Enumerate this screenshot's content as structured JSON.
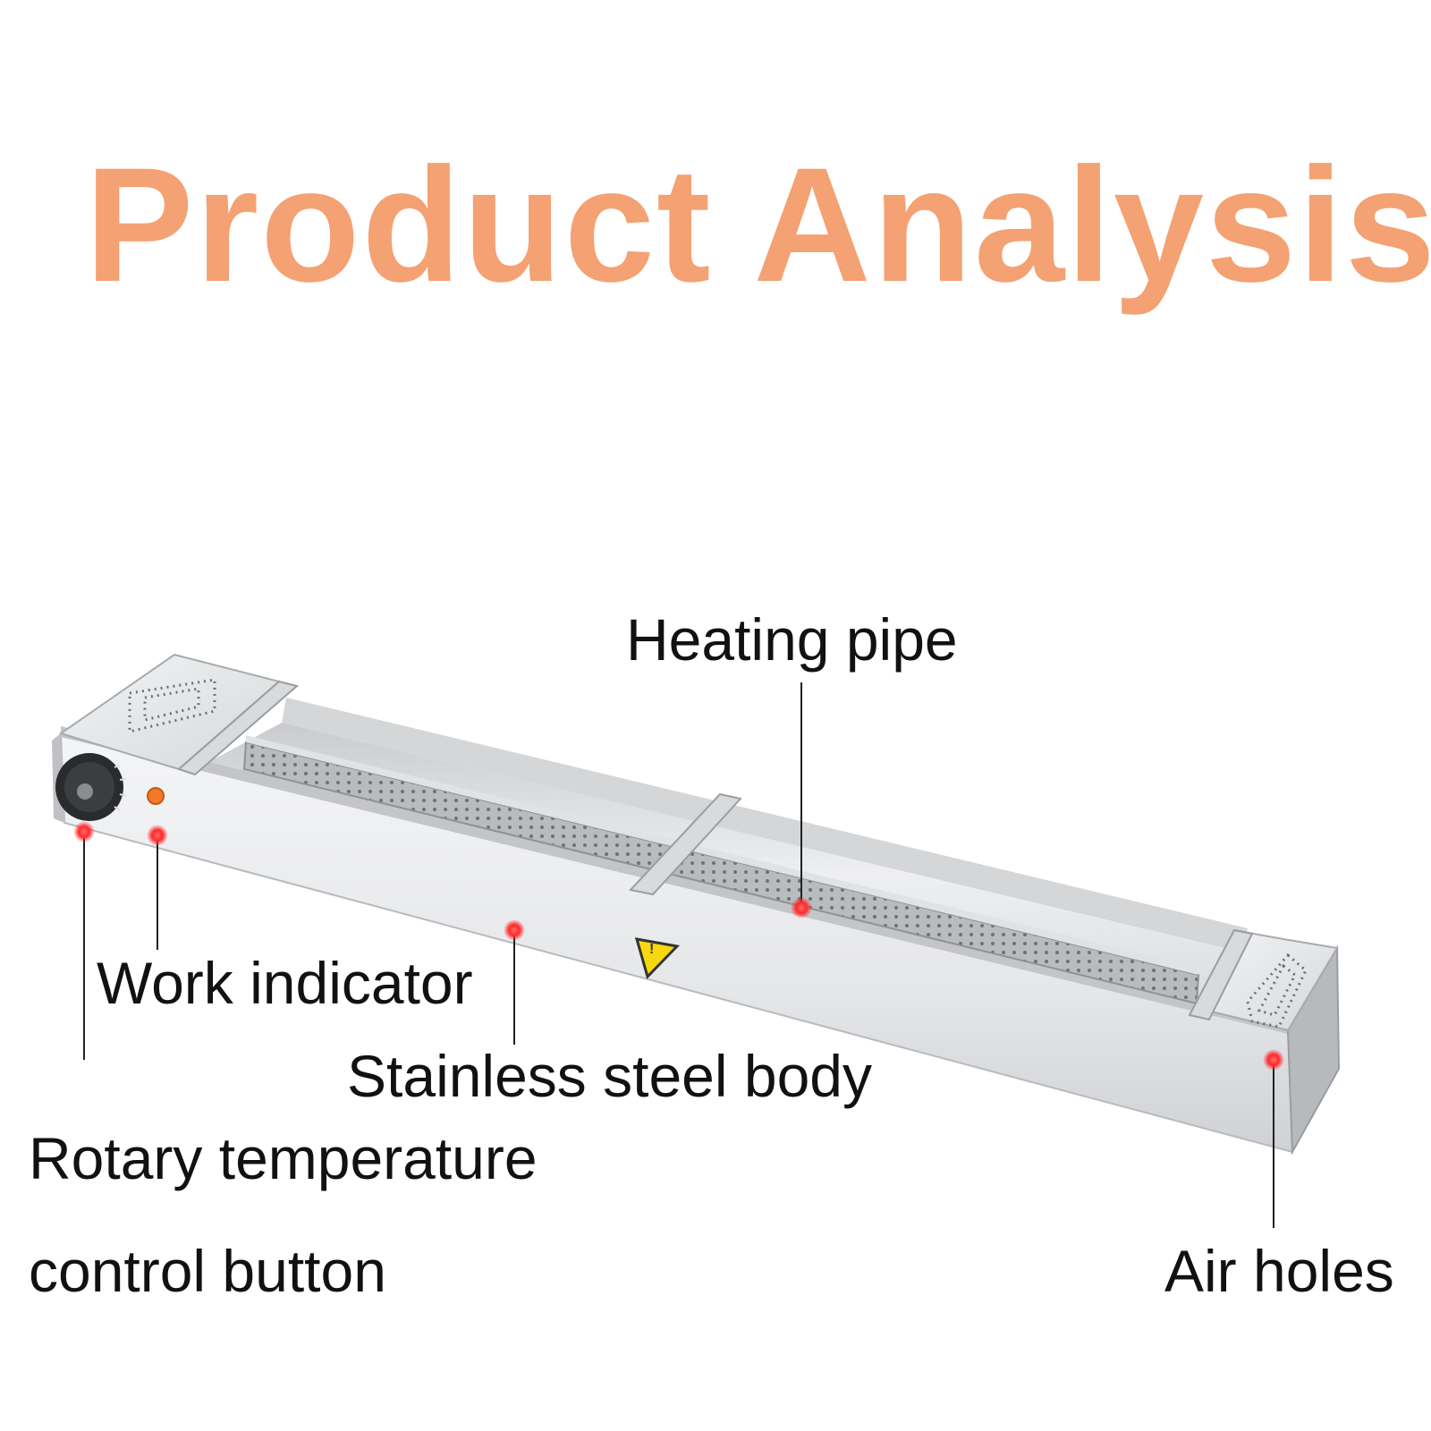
{
  "title": "Product Analysis",
  "colors": {
    "title": "#f4a173",
    "callout_dot": "#ff2a2a",
    "leader_line": "#222222",
    "steel_light": "#e9eaec",
    "steel_dark": "#9a9da1",
    "warning": "#f7d80e"
  },
  "callouts": {
    "heating_pipe": "Heating pipe",
    "work_indicator": "Work indicator",
    "stainless_steel_body": "Stainless steel body",
    "rotary_line1": "Rotary temperature",
    "rotary_line2": "control button",
    "air_holes": "Air holes"
  },
  "icons": {
    "knob": "rotary-knob-icon",
    "lamp": "indicator-lamp-icon",
    "warning": "warning-triangle-icon"
  }
}
